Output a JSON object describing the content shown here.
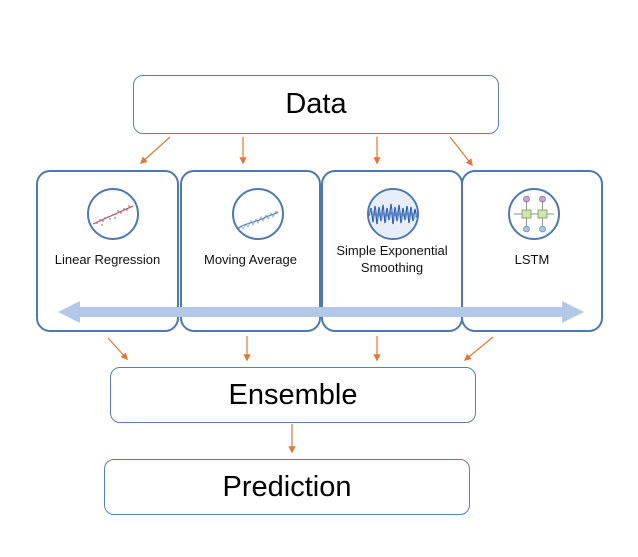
{
  "top": {
    "label": "Data"
  },
  "models": [
    {
      "label": "Linear Regression",
      "icon": "linear-regression-plot-icon"
    },
    {
      "label": "Moving Average",
      "icon": "moving-average-plot-icon"
    },
    {
      "label": "Simple Exponential Smoothing",
      "icon": "exponential-smoothing-plot-icon"
    },
    {
      "label": "LSTM",
      "icon": "lstm-cell-icon"
    }
  ],
  "ensemble": {
    "label": "Ensemble"
  },
  "output": {
    "label": "Prediction"
  },
  "colors": {
    "arrow": "#e0783a",
    "border": "#4f79ad",
    "band": "#b3c8e6"
  }
}
